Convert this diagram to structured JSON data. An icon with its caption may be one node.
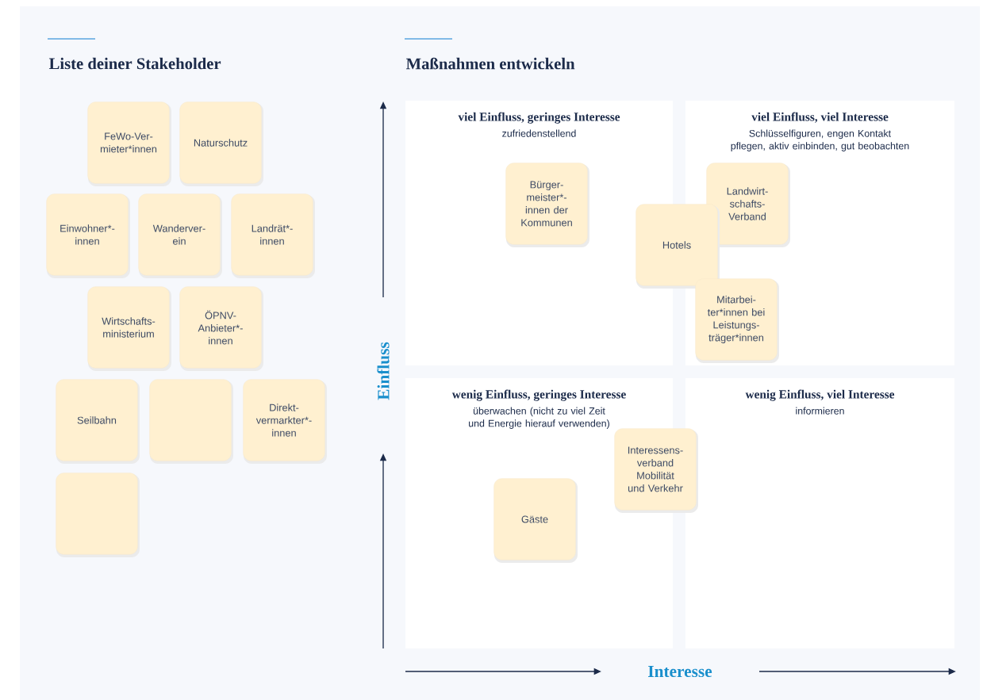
{
  "diagram": {
    "nodes": [
      {
        "text": [
          "FeWo-Ver- mieter*innen"
        ]
      },
      {
        "text": [
          "Naturschutz"
        ]
      },
      {
        "text": [
          "Einwohner*- innen"
        ]
      },
      {
        "text": [
          "Wanderver- ein"
        ]
      },
      {
        "text": [
          "Landrät*- innen"
        ]
      },
      {
        "text": [
          "Wirtschafts- ministerium"
        ]
      },
      {
        "text": [
          "ÖPNV- Anbieter*- innen"
        ]
      },
      {
        "text": [
          "Seilbahn"
        ]
      },
      {
        "text": [],
        "shape": "box"
      },
      {
        "text": [
          "Direkt- vermarkter*- innen"
        ]
      },
      {
        "text": [],
        "shape": "box"
      },
      {
        "text": [
          "viel Einfluss, geringes Interesse",
          "zufriedenstellend"
        ]
      },
      {
        "text": [
          "Bürger- meister*- innen der Kommunen"
        ],
        "in": 11
      },
      {
        "text": [
          "viel Einfluss, viel Interesse",
          "Schlüsselfiguren, engen Kontakt pflegen, aktiv einbinden, gut beobachten"
        ]
      },
      {
        "text": [
          "Landwirt- schafts- Verband"
        ],
        "in": 13
      },
      {
        "text": [
          "Hotels"
        ]
      },
      {
        "text": [
          "Mitarbei- ter*innen bei Leistungs- träger*innen"
        ],
        "in": 13
      },
      {
        "text": [
          "wenig Einfluss, geringes Interesse",
          "überwachen (nicht zu viel Zeit und Energie hierauf verwenden)"
        ]
      },
      {
        "text": [
          "wenig Einfluss, viel Interesse",
          "informieren"
        ]
      },
      {
        "text": [
          "Interessens- verband Mobilität und Verkehr"
        ]
      },
      {
        "text": [
          "Gäste"
        ],
        "in": 17
      }
    ],
    "labels": [
      "Liste deiner Stakeholder",
      "Maßnahmen entwickeln",
      "Einfluss",
      "Interesse"
    ]
  }
}
